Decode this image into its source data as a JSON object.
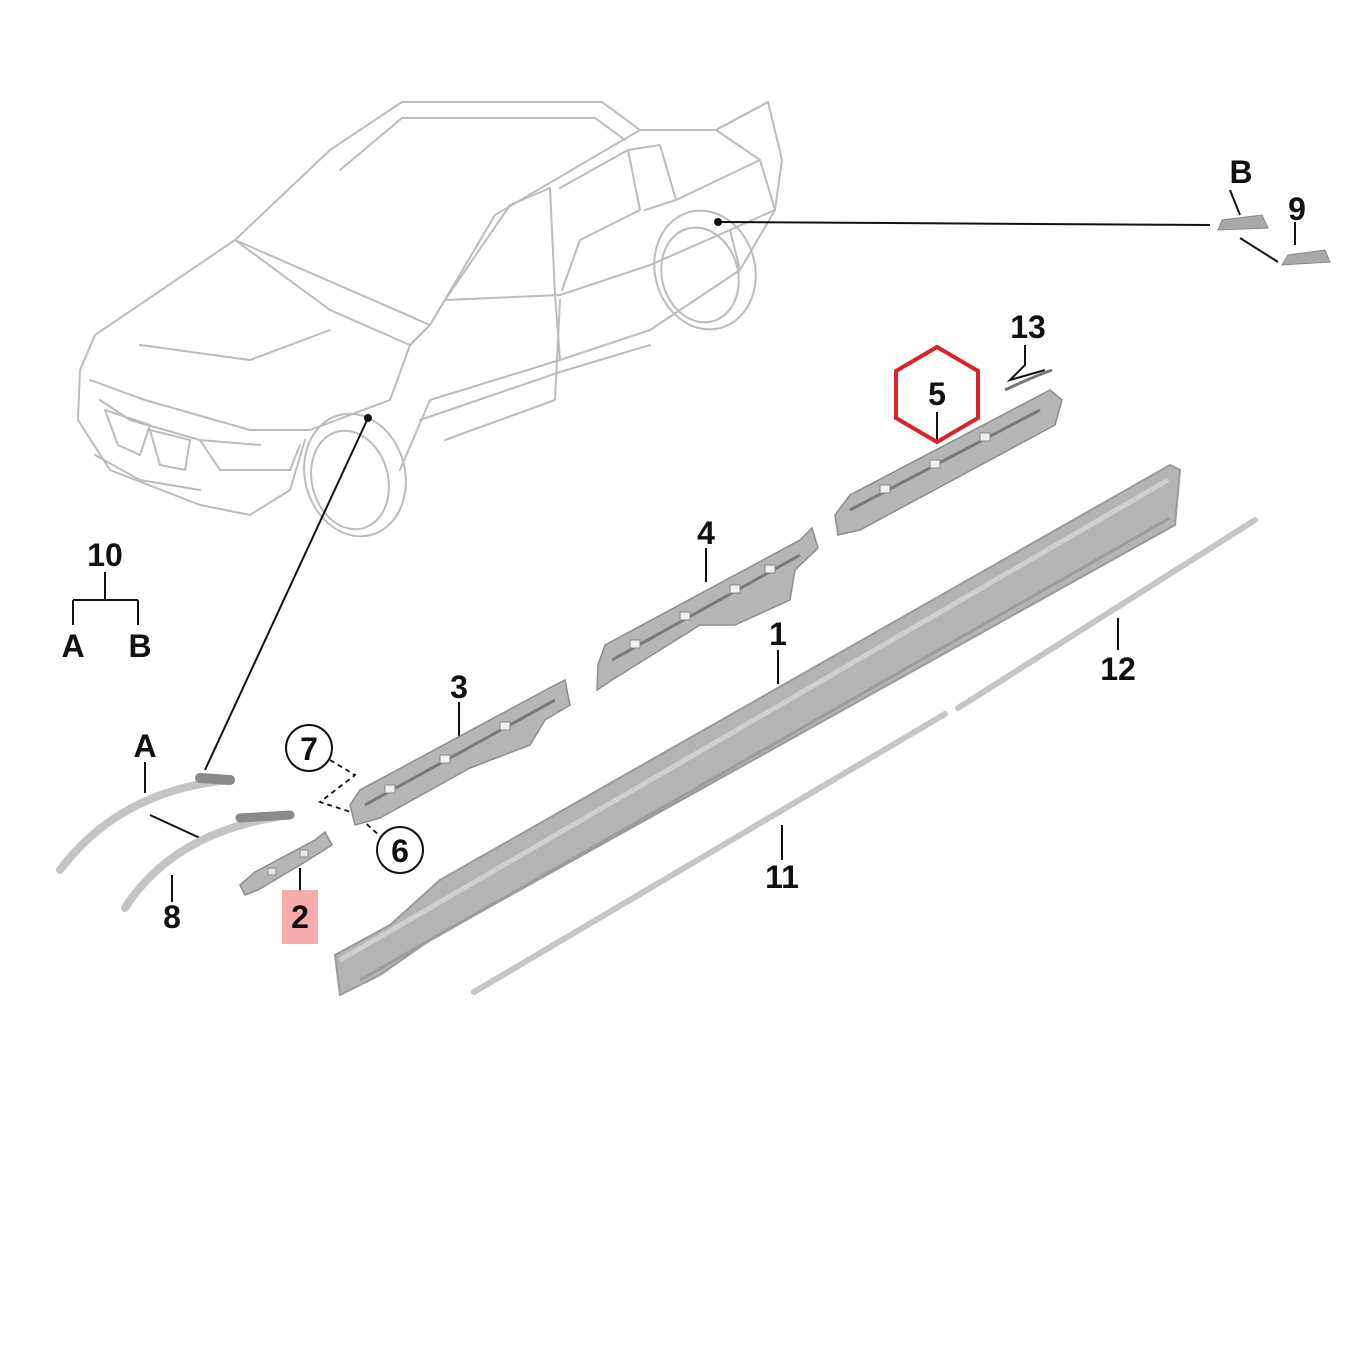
{
  "diagram": {
    "labels": {
      "part_1": "1",
      "part_2": "2",
      "part_3": "3",
      "part_4": "4",
      "part_5": "5",
      "part_6": "6",
      "part_7": "7",
      "part_8": "8",
      "part_9": "9",
      "part_10": "10",
      "part_11": "11",
      "part_12": "12",
      "part_13": "13",
      "tree_a": "A",
      "tree_b": "B",
      "ref_a": "A",
      "ref_b": "B"
    },
    "highlights": {
      "hex_color": "#d8232a",
      "box_color": "#f59e9e"
    }
  }
}
